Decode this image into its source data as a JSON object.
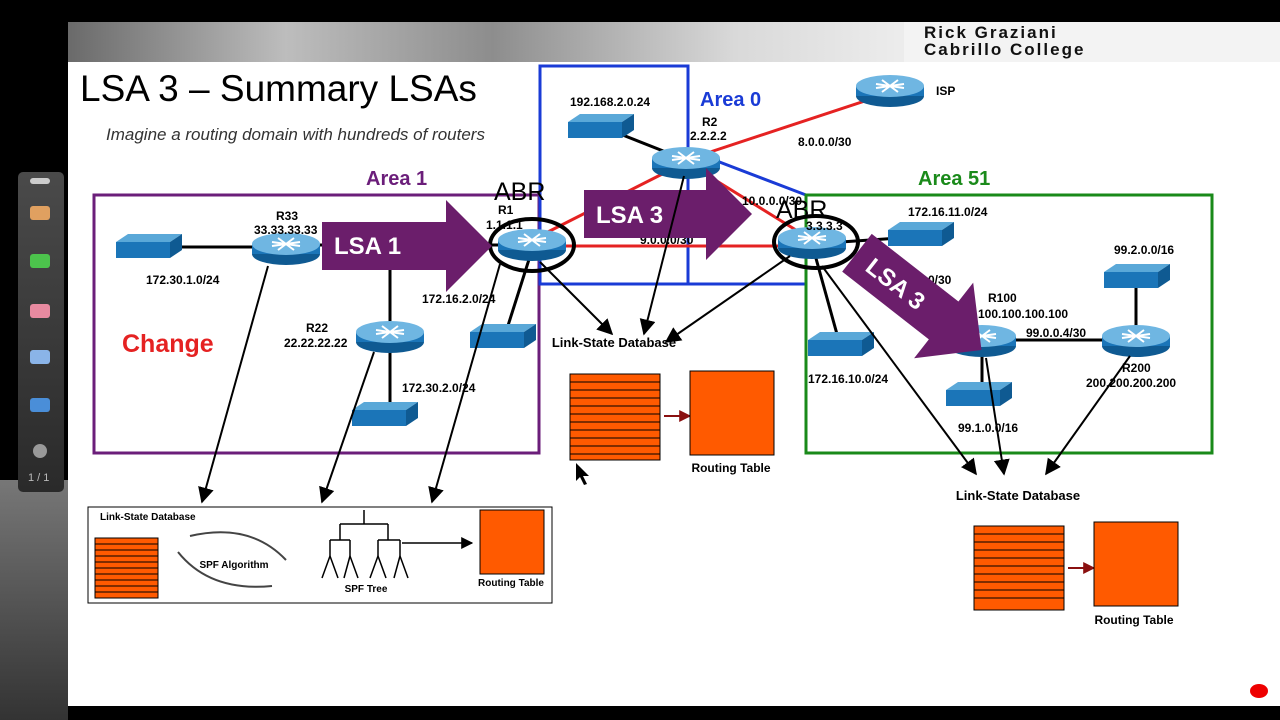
{
  "header": {
    "author_line1": "Rick Graziani",
    "author_line2": "Cabrillo College"
  },
  "slide": {
    "title": "LSA 3 – Summary LSAs",
    "subtitle": "Imagine a routing domain with hundreds of routers",
    "change_label": "Change"
  },
  "areas": {
    "area0": "Area 0",
    "area1": "Area 1",
    "area51": "Area 51"
  },
  "routers": {
    "r1": "R1",
    "r1_id": "1.1.1.1",
    "r2": "R2",
    "r2_id": "2.2.2.2",
    "r3_id": "3.3.3.3",
    "r33": "R33",
    "r33_id": "33.33.33.33",
    "r22": "R22",
    "r22_id": "22.22.22.22",
    "r100": "R100",
    "r100_id": "100.100.100.100",
    "r200": "R200",
    "r200_id": "200.200.200.200",
    "isp": "ISP"
  },
  "networks": {
    "n1": "192.168.2.0.24",
    "n2": "8.0.0.0/30",
    "n3": "172.16.11.0/24",
    "n4": "99.2.0.0/16",
    "n5": "172.30.1.0/24",
    "n6": "172.16.2.0/24",
    "n7": "172.30.2.0/24",
    "n8": "172.16.10.0/24",
    "n9": "99.0.0.4/30",
    "n10": "99.1.0.0/16",
    "n11": "9.0.0.0/30",
    "n12": "10.0.0.0/30",
    "n13": "0/30"
  },
  "lsa_arrows": {
    "lsa1": "LSA 1",
    "lsa3_a": "LSA 3",
    "lsa3_b": "LSA 3"
  },
  "abr_labels": {
    "abr1": "ABR",
    "abr2": "ABR"
  },
  "databases": {
    "center_db": "Link-State Database",
    "center_rt": "Routing Table",
    "right_db": "Link-State Database",
    "right_rt": "Routing Table"
  },
  "spf_box": {
    "db": "Link-State Database",
    "algorithm": "SPF Algorithm",
    "tree": "SPF Tree",
    "rt": "Routing Table"
  },
  "toolbar": {
    "page_count": "1 / 1"
  },
  "colors": {
    "area0": "#1a3bd6",
    "area1": "#6b1e7a",
    "area51": "#1a8a1a",
    "lsa_arrow": "#6b1e6b",
    "db_orange": "#ff5a00",
    "red_link": "#e52222"
  }
}
